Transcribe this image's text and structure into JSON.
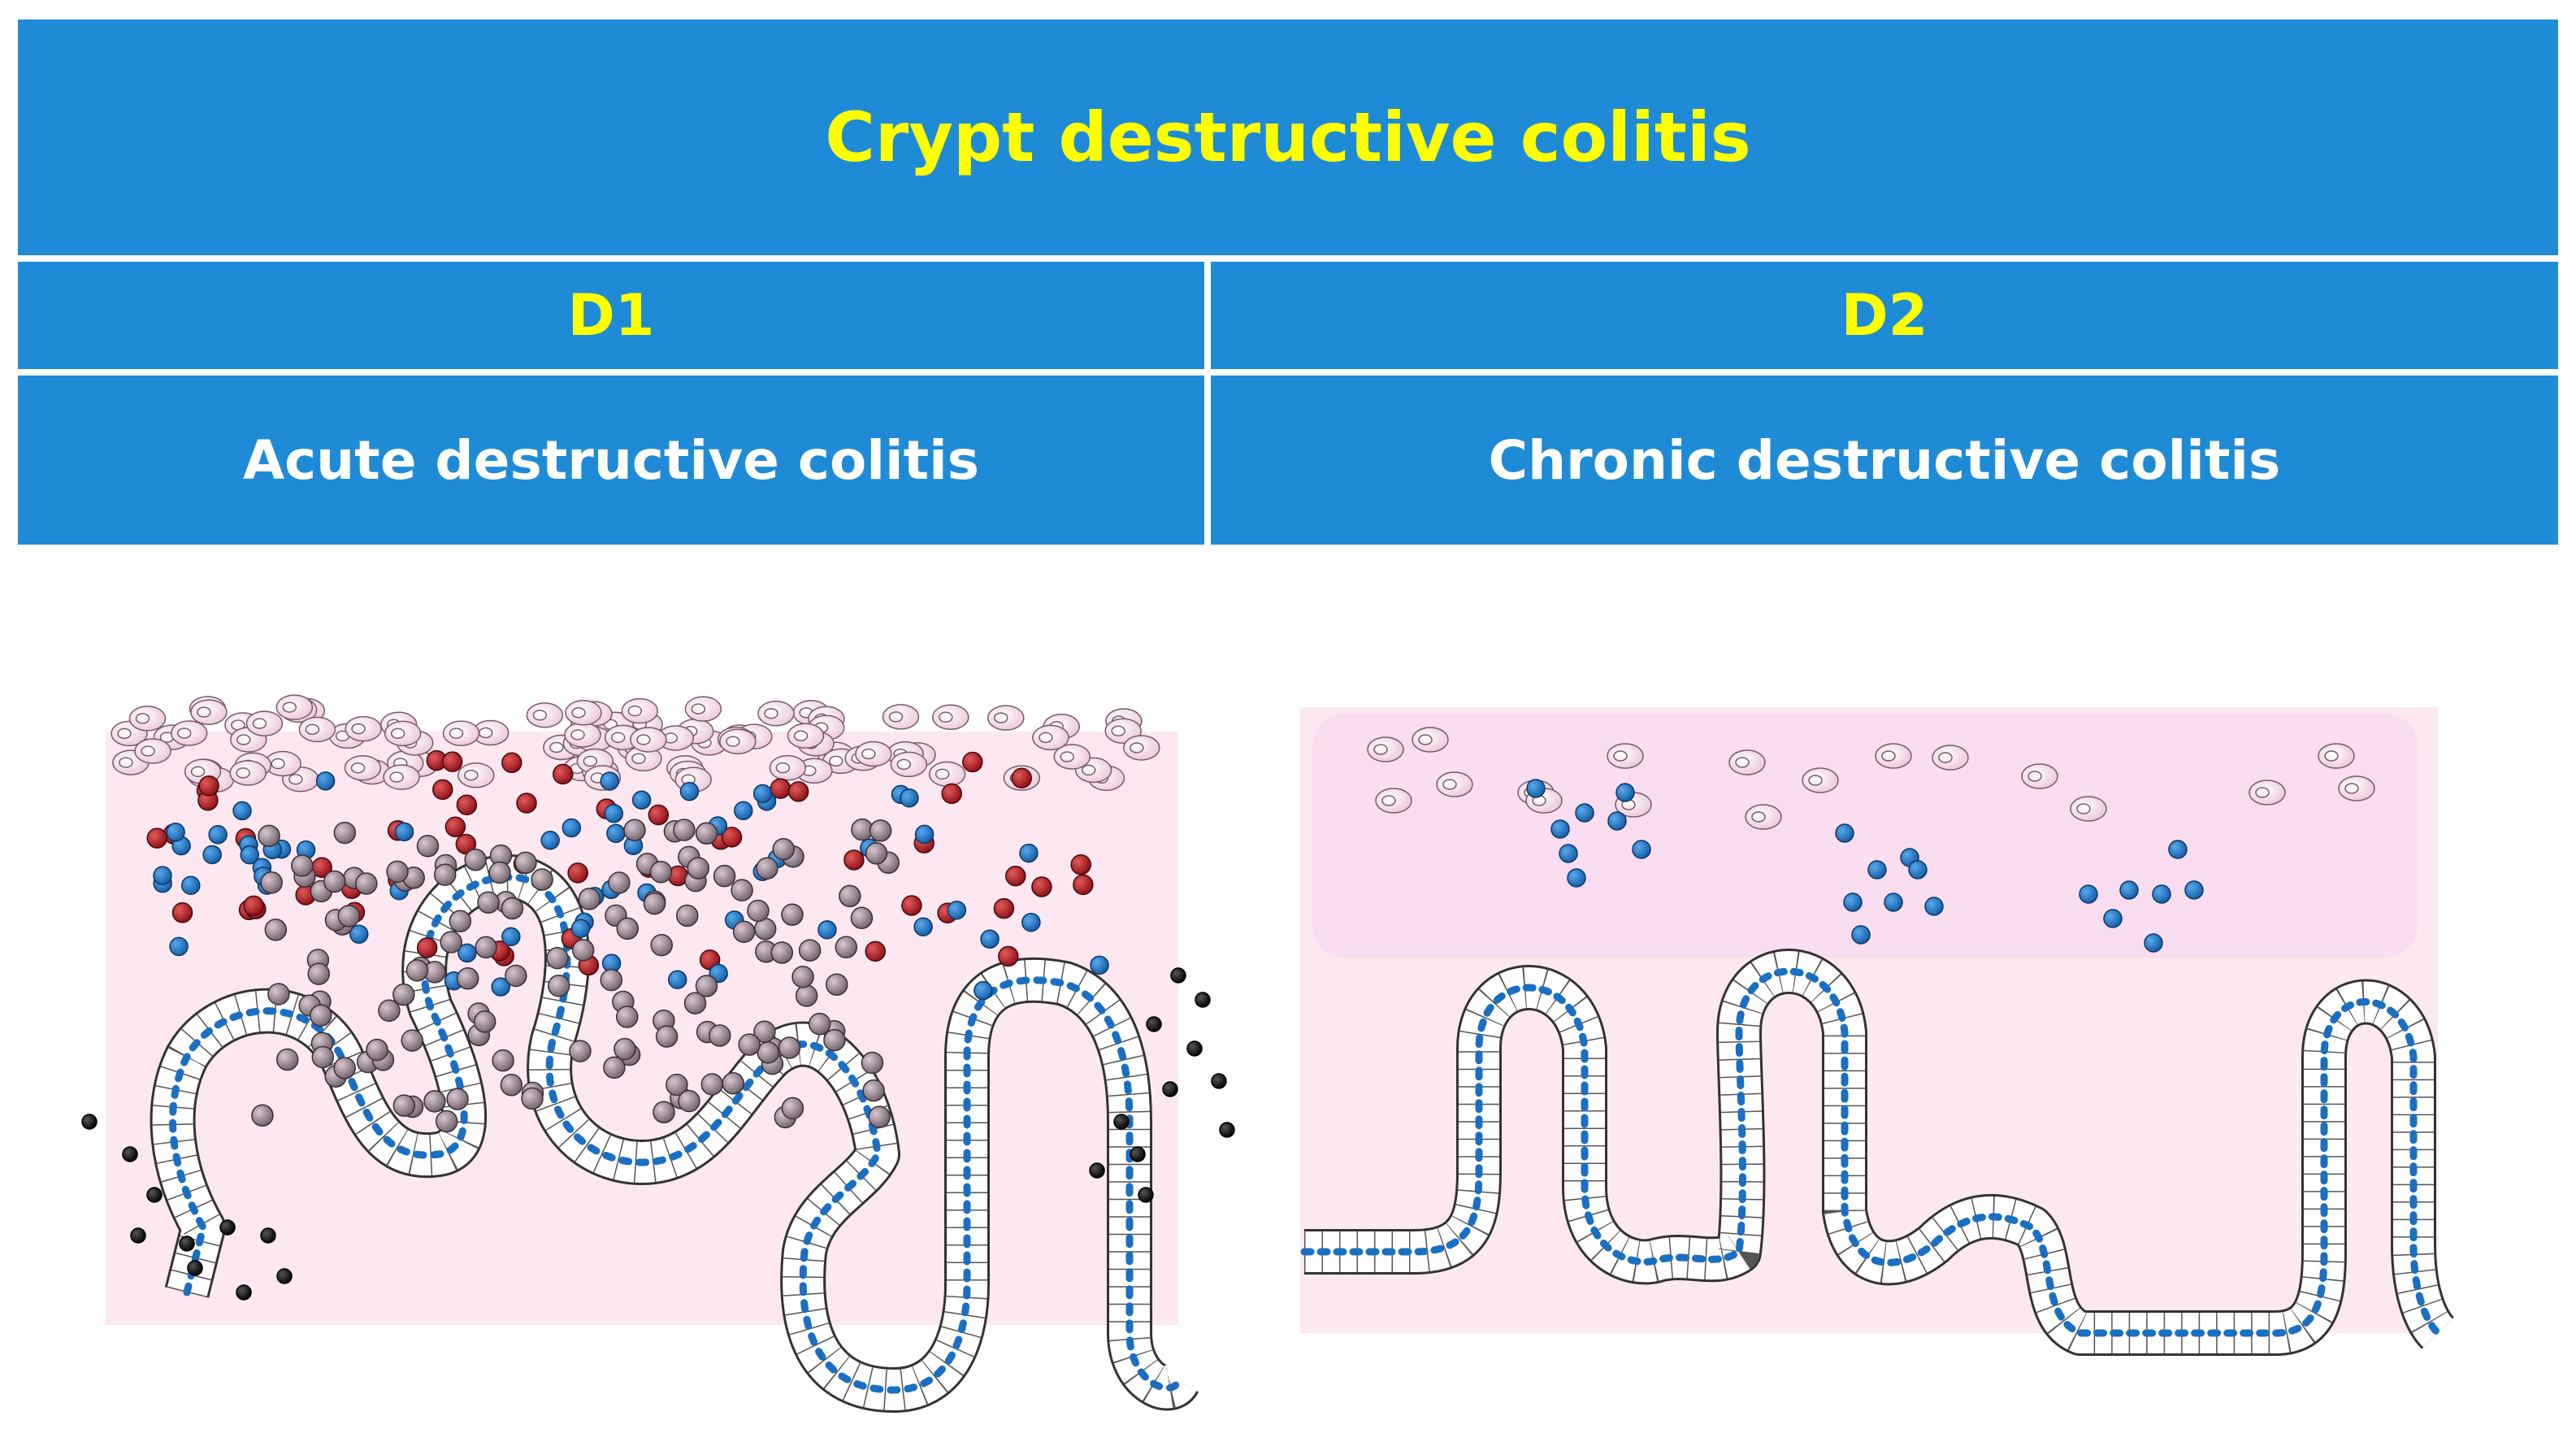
{
  "table": {
    "title": "Crypt destructive colitis",
    "columns": [
      {
        "code": "D1",
        "name": "Acute destructive colitis"
      },
      {
        "code": "D2",
        "name": "Chronic destructive colitis"
      }
    ]
  },
  "colors": {
    "header_blue": "#1f8bd6",
    "header_title": "#ffff00",
    "header_subtitle": "#ffffff",
    "lamina_pink": "#fde8f1",
    "neutrophil_red": "#b3121f",
    "lymphocyte_blue": "#1b6fc2",
    "plasma_cell_pink": "#f0d6e6",
    "debris_black": "#151515"
  }
}
